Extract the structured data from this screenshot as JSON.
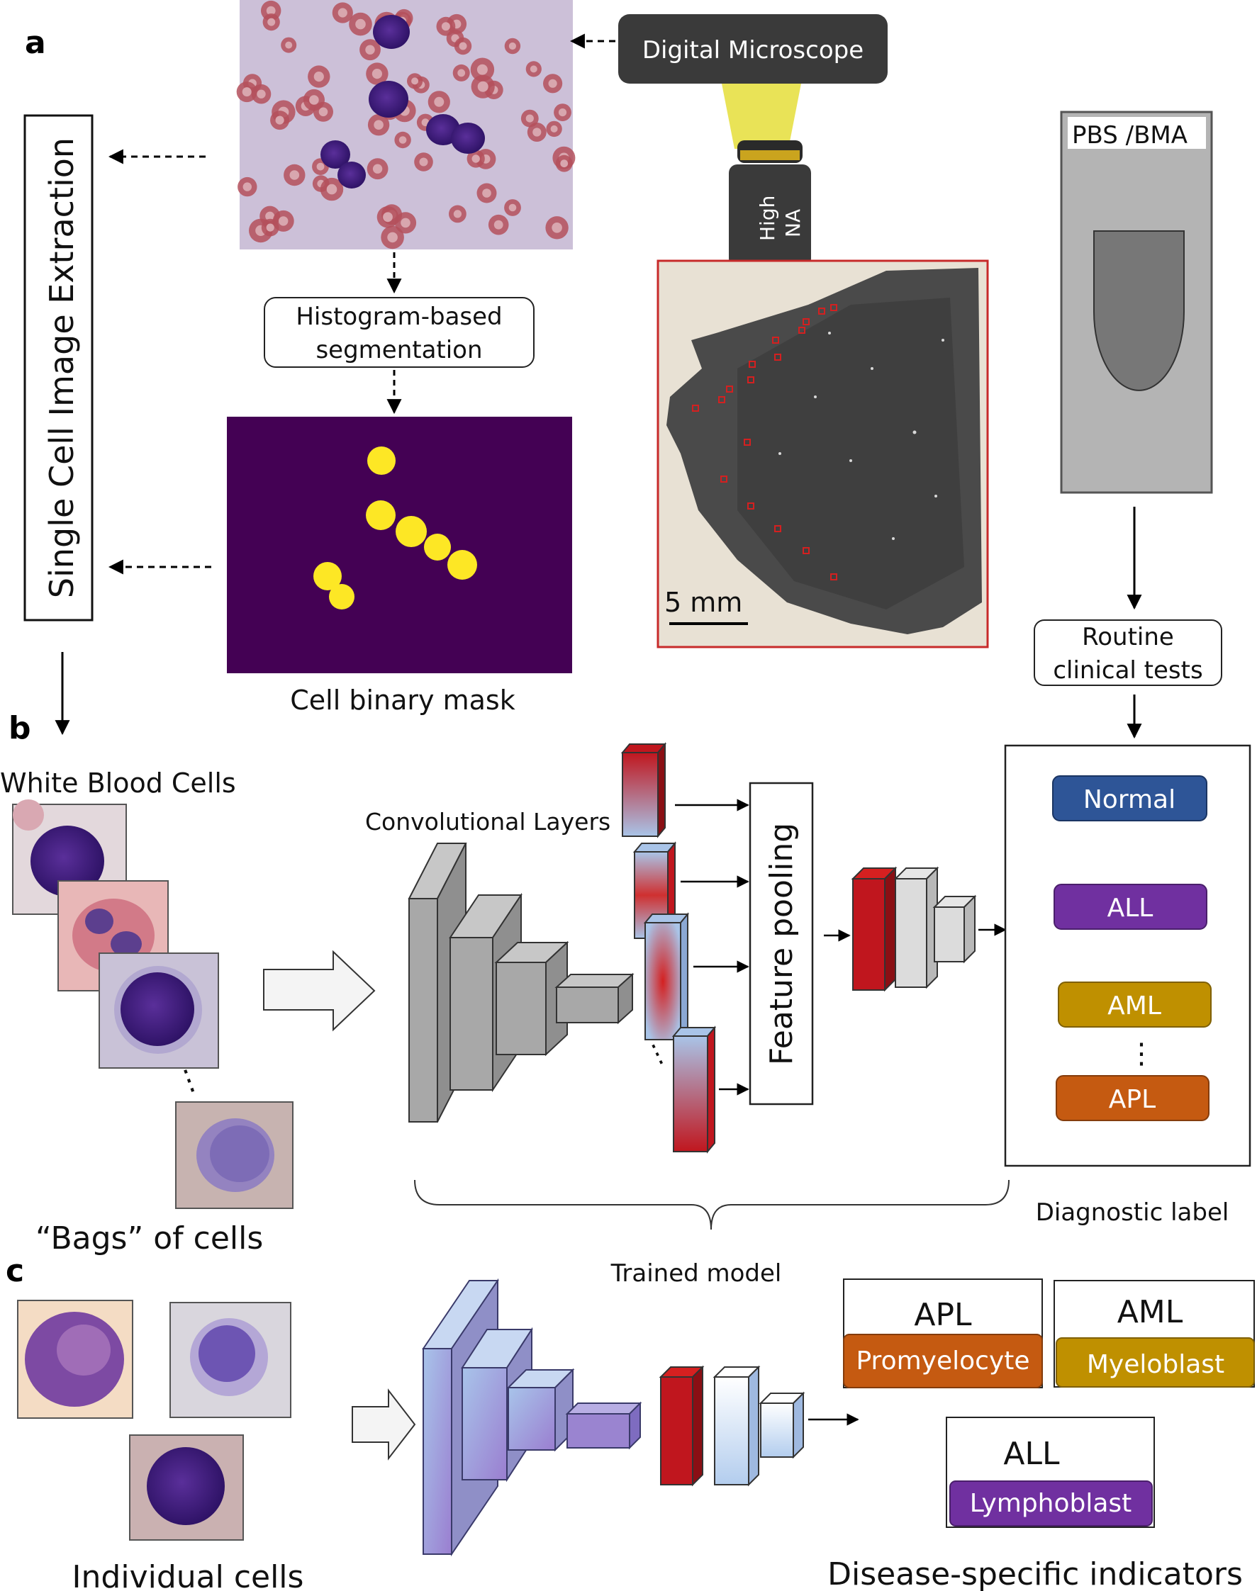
{
  "panels": {
    "a": "a",
    "b": "b",
    "c": "c"
  },
  "panel_a": {
    "microscope_label": "Digital Microscope",
    "objective_label_1": "High",
    "objective_label_2": "NA",
    "slide_label": "PBS /BMA",
    "scale_bar": "5 mm",
    "extraction_label": "Single Cell Image Extraction",
    "segmentation_line1": "Histogram-based",
    "segmentation_line2": "segmentation",
    "mask_caption": "Cell binary mask",
    "clinical_line1": "Routine",
    "clinical_line2": "clinical tests"
  },
  "panel_b": {
    "wbc_title": "White Blood Cells",
    "bags_caption": "“Bags” of cells",
    "conv_label": "Convolutional Layers",
    "pooling_label": "Feature pooling",
    "trained_model": "Trained model",
    "diagnostic_label": "Diagnostic label",
    "classes": [
      {
        "name": "Normal",
        "color": "#2e5597"
      },
      {
        "name": "ALL",
        "color": "#7030a0"
      },
      {
        "name": "AML",
        "color": "#bf9000"
      },
      {
        "name": "APL",
        "color": "#c55a11"
      }
    ]
  },
  "panel_c": {
    "individual_caption": "Individual cells",
    "indicators_caption": "Disease-specific indicators",
    "indicators": [
      {
        "disease": "APL",
        "cell": "Promyelocyte",
        "color": "#c55a11"
      },
      {
        "disease": "AML",
        "cell": "Myeloblast",
        "color": "#bf9000"
      },
      {
        "disease": "ALL",
        "cell": "Lymphoblast",
        "color": "#7030a0"
      }
    ]
  }
}
